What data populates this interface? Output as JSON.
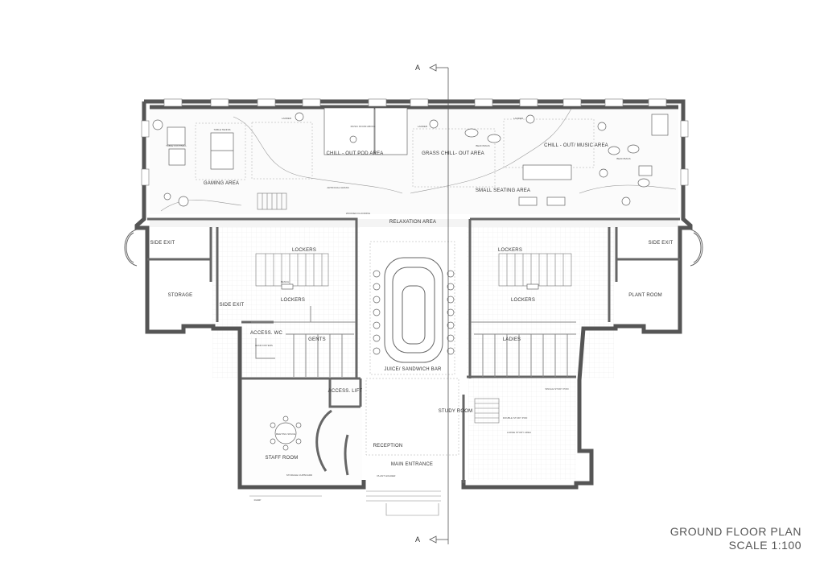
{
  "section_marker": "A",
  "title": {
    "line1": "GROUND FLOOR PLAN",
    "line2": "SCALE 1:100"
  },
  "rooms": {
    "chill_out_pod_area": "CHILL - OUT POD AREA",
    "grass_chill_out_area": "GRASS CHILL- OUT AREA",
    "chill_out_music_area": "CHILL - OUT/ MUSIC AREA",
    "gaming_area": "GAMING AREA",
    "small_seating_area": "SMALL SEATING AREA",
    "relaxation_area": "RELAXATION AREA",
    "side_exit_left": "SIDE EXIT",
    "side_exit_right": "SIDE EXIT",
    "storage": "STORAGE",
    "side_exit_inner": "SIDE EXIT",
    "lockers_left_top": "LOCKERS",
    "lockers_left_mid": "LOCKERS",
    "lockers_right_top": "LOCKERS",
    "lockers_right_mid": "LOCKERS",
    "access_wc": "ACCESS. WC",
    "gents": "GENTS",
    "ladies": "LADIES",
    "plant_room": "PLANT ROOM",
    "juice_bar": "JUICE/ SANDWICH BAR",
    "access_lift": "ACCESS. LIFT",
    "study_room": "STUDY ROOM",
    "reception": "RECEPTION",
    "staff_room": "STAFF ROOM",
    "main_entrance": "MAIN ENTRANCE"
  },
  "small_labels": {
    "table_tennis": "TABLE TENNIS",
    "table_football": "TABLE FOOTBALL",
    "ladder_1": "LADDER",
    "ladder_2": "LADDER",
    "ladder_3": "LADDER",
    "music_room_above": "MUSIC ROOM ABOVE",
    "bean_bags_1": "BEAN BAGS",
    "bean_bags_2": "BEAN BAGS",
    "bench": "BENCH",
    "meeting_space": "MEETING SPACE",
    "storage_cupboard": "STORAGE CUPBOARD",
    "plant_holder": "PLANT HOLDER",
    "ramp": "RAMP",
    "hand_dryers": "HAND DRYERS",
    "double_study_pod": "DOUBLE STUDY POD",
    "single_study_pod": "SINGLE STUDY POD",
    "large_study_area": "LARGE STUDY AREA",
    "artificial_grass": "ARTIFICIAL GRASS",
    "wooden_flooring": "WOODEN FLOORING"
  }
}
